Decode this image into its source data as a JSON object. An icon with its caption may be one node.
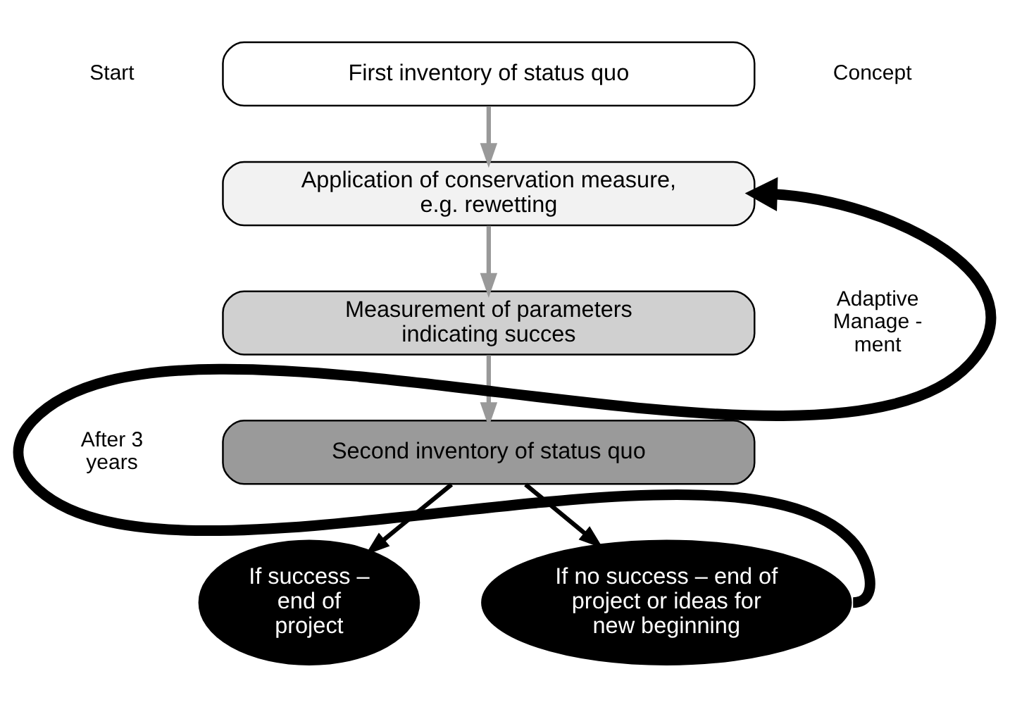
{
  "diagram": {
    "nodes": [
      {
        "text": [
          "First inventory of status quo"
        ]
      },
      {
        "text": [
          "Application of conservation measure, e.g. rewetting"
        ]
      },
      {
        "text": [
          "Measurement of parameters indicating succes"
        ]
      },
      {
        "text": [
          "Second inventory of status quo"
        ]
      },
      {
        "text": [
          "If success – end of project"
        ]
      },
      {
        "text": [
          "If no success – end of project or ideas for new beginning"
        ]
      }
    ],
    "edges": [
      {
        "from": 0,
        "to": 1,
        "arrow": "to"
      },
      {
        "from": 1,
        "to": 2,
        "arrow": "to"
      },
      {
        "from": 2,
        "to": 3,
        "arrow": "to"
      },
      {
        "from": 3,
        "to": 4,
        "arrow": "to",
        "color": "#000000"
      },
      {
        "from": 3,
        "to": 5,
        "arrow": "to",
        "color": "#000000"
      },
      {
        "from": 5,
        "to": 1,
        "arrow": "to",
        "style": "thick",
        "color": "#000000"
      }
    ],
    "labels": [
      "Start",
      "Concept",
      "Adaptive Manage - ment",
      "After 3 years"
    ]
  }
}
